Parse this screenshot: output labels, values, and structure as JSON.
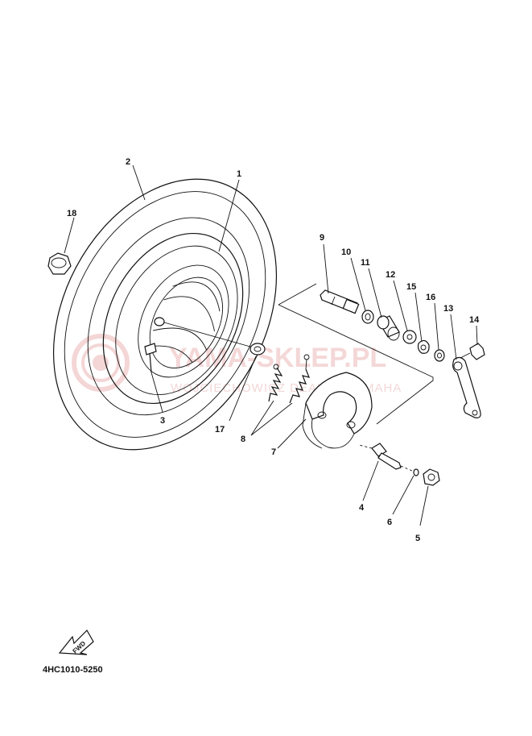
{
  "callouts": {
    "p1": "1",
    "p2": "2",
    "p3": "3",
    "p4": "4",
    "p5": "5",
    "p6": "6",
    "p7": "7",
    "p8": "8",
    "p9": "9",
    "p10": "10",
    "p11": "11",
    "p12": "12",
    "p13": "13",
    "p14": "14",
    "p15": "15",
    "p16": "16",
    "p17": "17",
    "p18": "18"
  },
  "watermark": {
    "brand": "YAMA-SKLEP.PL",
    "dealer": "WOJCIECHOWICZ DEALER YAMAHA"
  },
  "fwd_label": "FWD",
  "diagram_code": "4HC1010-5250",
  "colors": {
    "line": "#111111",
    "watermark": "#e8a8a8"
  }
}
